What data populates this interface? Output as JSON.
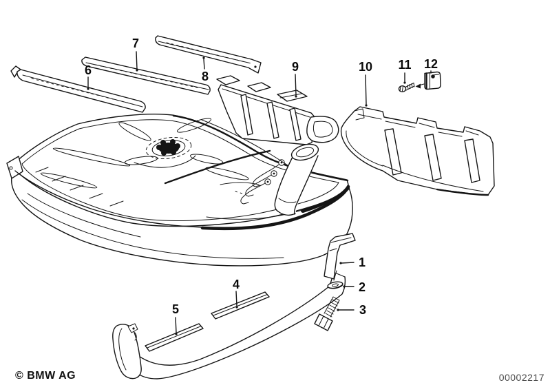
{
  "diagram_type": "exploded-parts-drawing",
  "subject": "fuel tank assembly line drawing",
  "colors": {
    "background": "#ffffff",
    "line": "#151515",
    "callout_text": "#0a0a0a",
    "doc_number_text": "#4a4a4a"
  },
  "callouts": [
    {
      "label": "1"
    },
    {
      "label": "2"
    },
    {
      "label": "3"
    },
    {
      "label": "4"
    },
    {
      "label": "5"
    },
    {
      "label": "6"
    },
    {
      "label": "7"
    },
    {
      "label": "8"
    },
    {
      "label": "9"
    },
    {
      "label": "10"
    },
    {
      "label": "11"
    },
    {
      "label": "12"
    }
  ],
  "footer": {
    "copyright": "© BMW AG",
    "document_number": "00002217"
  }
}
